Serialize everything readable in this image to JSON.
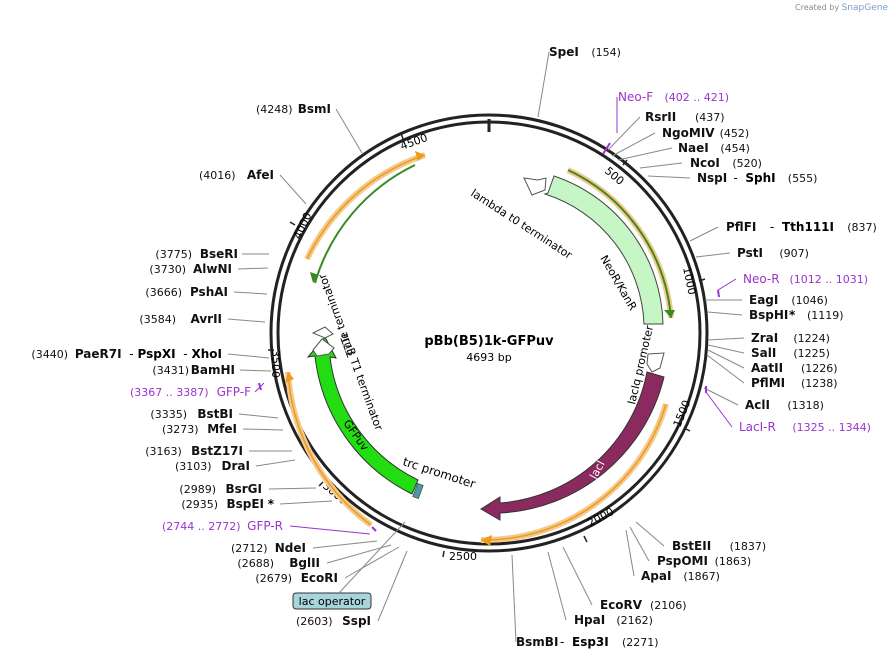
{
  "brand": {
    "created_by": "Created by",
    "name": "SnapGene"
  },
  "plasmid": {
    "name": "pBb(B5)1k-GFPuv",
    "size": "4693 bp",
    "length": 4693
  },
  "colors": {
    "backbone": "#222222",
    "primer": "#9b33cc",
    "lacI": "#8b2a5e",
    "gfp": "#22dd11",
    "neo": "#c6f6c6",
    "orange": "#ef9a1a",
    "green_line": "#3a8a22",
    "operator_fill": "#a8d4dc"
  },
  "ticks": [
    "500",
    "1000",
    "1500",
    "2000",
    "2500",
    "3000",
    "3500",
    "4000",
    "4500"
  ],
  "features": {
    "lambda_t0": "lambda t0 terminator",
    "neo": "NeoR/KanR",
    "lacIq": "lacIq promoter",
    "lacI": "lacI",
    "trc": "trc promoter",
    "gfp": "GFPuv",
    "rrnB": "rrnB T1 terminator",
    "t7te": "T7Te terminator",
    "lac_operator": "lac operator"
  },
  "sites_right": [
    {
      "name": "SpeI",
      "pos": "(154)"
    },
    {
      "name": "Neo-F",
      "pos": "(402 .. 421)"
    },
    {
      "name": "RsrII",
      "pos": "(437)"
    },
    {
      "name": "NgoMIV",
      "pos": "(452)"
    },
    {
      "name": "NaeI",
      "pos": "(454)"
    },
    {
      "name": "NcoI",
      "pos": "(520)"
    },
    {
      "name": "NspI",
      "sep": "-",
      "name2": "SphI",
      "pos": "(555)"
    },
    {
      "name": "PflFI",
      "sep": "-",
      "name2": "Tth111I",
      "pos": "(837)"
    },
    {
      "name": "PstI",
      "pos": "(907)"
    },
    {
      "name": "Neo-R",
      "pos": "(1012 .. 1031)"
    },
    {
      "name": "EagI",
      "pos": "(1046)"
    },
    {
      "name": "BspHI",
      "star": "*",
      "pos": "(1119)"
    },
    {
      "name": "ZraI",
      "pos": "(1224)"
    },
    {
      "name": "SalI",
      "pos": "(1225)"
    },
    {
      "name": "AatII",
      "pos": "(1226)"
    },
    {
      "name": "PflMI",
      "pos": "(1238)"
    },
    {
      "name": "AclI",
      "pos": "(1318)"
    },
    {
      "name": "LacI-R",
      "pos": "(1325 .. 1344)"
    },
    {
      "name": "BstEII",
      "pos": "(1837)"
    },
    {
      "name": "PspOMI",
      "pos": "(1863)"
    },
    {
      "name": "ApaI",
      "pos": "(1867)"
    },
    {
      "name": "EcoRV",
      "pos": "(2106)"
    },
    {
      "name": "HpaI",
      "pos": "(2162)"
    },
    {
      "name": "BsmBI",
      "sep": "-",
      "name2": "Esp3I",
      "pos": "(2271)"
    }
  ],
  "sites_left": [
    {
      "name": "SspI",
      "pos": "(2603)"
    },
    {
      "name": "EcoRI",
      "pos": "(2679)"
    },
    {
      "name": "BglII",
      "pos": "(2688)"
    },
    {
      "name": "NdeI",
      "pos": "(2712)"
    },
    {
      "name": "GFP-R",
      "pos": "(2744 .. 2772)"
    },
    {
      "name": "BspEI",
      "star": "*",
      "pos": "(2935)"
    },
    {
      "name": "BsrGI",
      "pos": "(2989)"
    },
    {
      "name": "DraI",
      "pos": "(3103)"
    },
    {
      "name": "BstZ17I",
      "pos": "(3163)"
    },
    {
      "name": "MfeI",
      "pos": "(3273)"
    },
    {
      "name": "BstBI",
      "pos": "(3335)"
    },
    {
      "name": "GFP-F",
      "pos": "(3367 .. 3387)"
    },
    {
      "name": "BamHI",
      "pos": "(3431)"
    },
    {
      "name": "PaeR7I",
      "sep": "-",
      "name2": "PspXI",
      "sep2": "-",
      "name3": "XhoI",
      "pos": "(3440)"
    },
    {
      "name": "AvrII",
      "pos": "(3584)"
    },
    {
      "name": "PshAI",
      "pos": "(3666)"
    },
    {
      "name": "AlwNI",
      "pos": "(3730)"
    },
    {
      "name": "BseRI",
      "pos": "(3775)"
    },
    {
      "name": "AfeI",
      "pos": "(4016)"
    },
    {
      "name": "BsmI",
      "pos": "(4248)"
    }
  ]
}
